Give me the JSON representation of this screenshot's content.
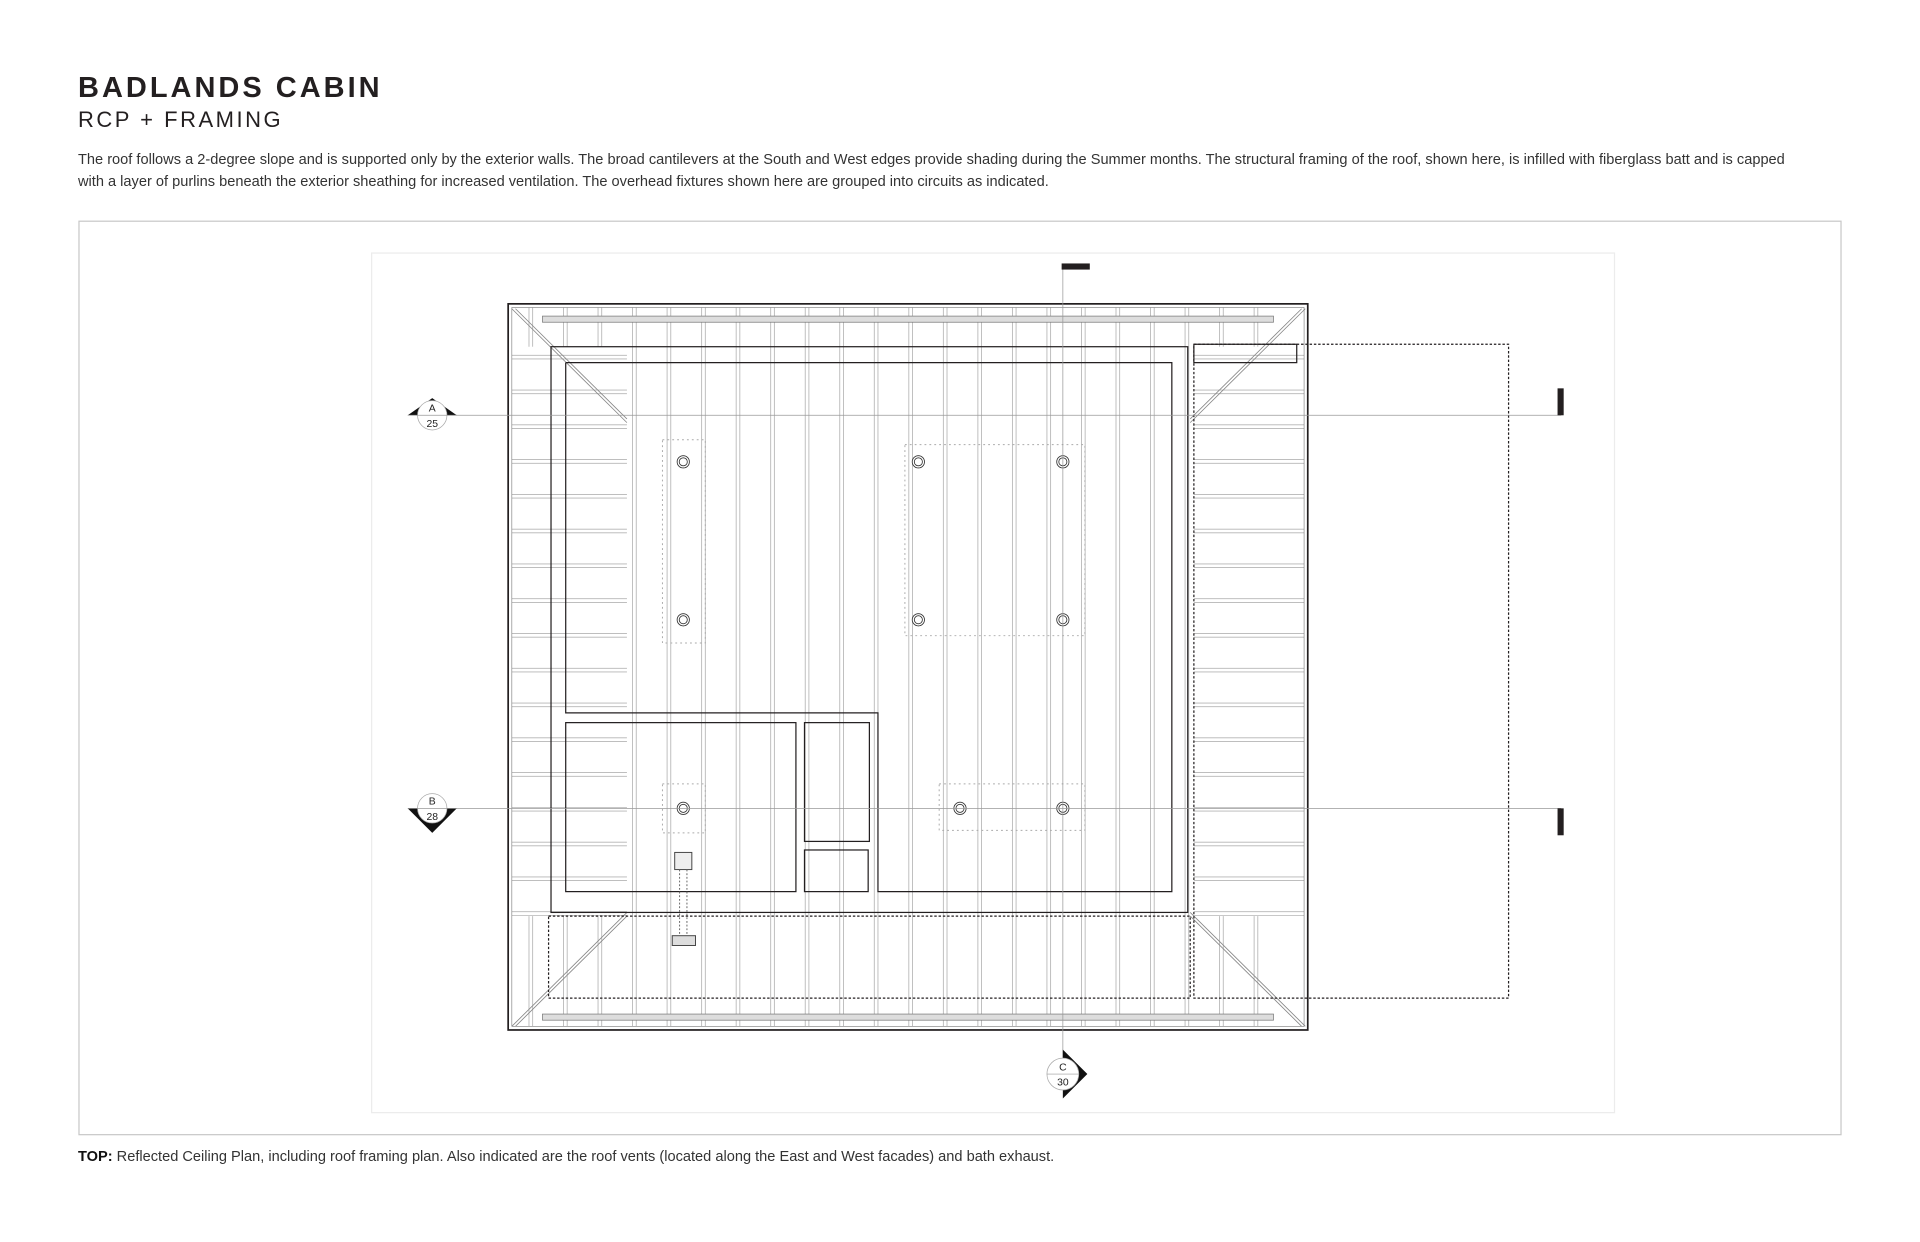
{
  "header": {
    "title": "BADLANDS CABIN",
    "subtitle": "RCP + FRAMING",
    "description": "The roof follows a 2-degree slope and is supported only by the exterior walls. The broad cantilevers at the South and West edges provide shading during the Summer months. The structural framing of the roof, shown here, is infilled with fiberglass batt and is capped with a layer of purlins beneath the exterior sheathing for increased ventilation. The overhead fixtures shown here are grouped into circuits as indicated."
  },
  "drawing": {
    "section_markers": [
      {
        "letter": "A",
        "sheet": "25"
      },
      {
        "letter": "B",
        "sheet": "28"
      },
      {
        "letter": "C",
        "sheet": "30"
      }
    ],
    "line_color": "#231f20",
    "framing_color": "#b5b5b5"
  },
  "caption": {
    "label": "TOP:",
    "text": " Reflected Ceiling Plan, including roof framing plan. Also indicated are the roof vents (located along the East and West facades) and bath exhaust."
  }
}
